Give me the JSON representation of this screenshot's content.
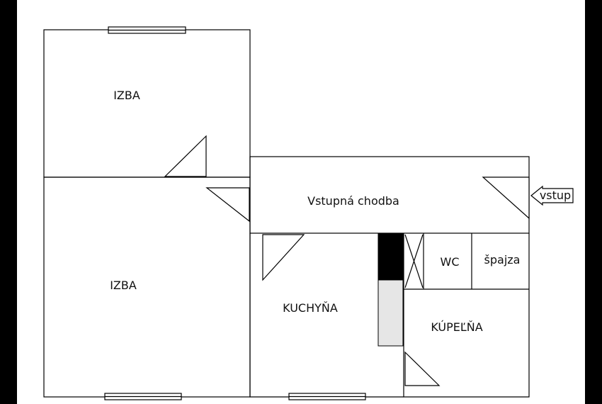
{
  "rooms": {
    "izba_top": "IZBA",
    "izba_bottom": "IZBA",
    "chodba": "Vstupná chodba",
    "kuchyna": "KUCHYŇA",
    "wc": "WC",
    "spajza": "špajza",
    "kupelna": "KÚPEĽŇA"
  },
  "entrance": {
    "label": "vstup"
  },
  "colors": {
    "wall": "#000000",
    "background": "#ffffff",
    "frame": "#000000",
    "kitchen_unit_dark": "#000000",
    "kitchen_unit_light": "#e6e6e6"
  }
}
